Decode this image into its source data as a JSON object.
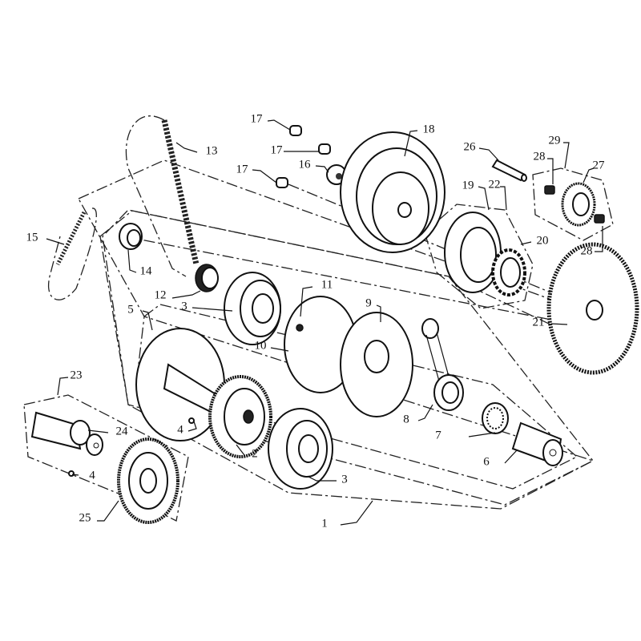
{
  "diagram": {
    "title": "",
    "type": "exploded parts diagram",
    "ink_color": "#111111",
    "background": "#ffffff",
    "callouts": [
      {
        "id": "1",
        "label": "1",
        "part": "crankcase assembly group"
      },
      {
        "id": "2",
        "label": "2",
        "part": "gear"
      },
      {
        "id": "3a",
        "label": "3",
        "part": "ball bearing (upper)"
      },
      {
        "id": "3b",
        "label": "3",
        "part": "ball bearing (lower)"
      },
      {
        "id": "4a",
        "label": "4",
        "part": "woodruff key"
      },
      {
        "id": "4b",
        "label": "4",
        "part": "woodruff key"
      },
      {
        "id": "5",
        "label": "5",
        "part": "crank half with shaft"
      },
      {
        "id": "6",
        "label": "6",
        "part": "crank pin"
      },
      {
        "id": "7",
        "label": "7",
        "part": "needle bearing"
      },
      {
        "id": "8",
        "label": "8",
        "part": "connecting rod"
      },
      {
        "id": "9",
        "label": "9",
        "part": "crank half"
      },
      {
        "id": "10",
        "label": "10",
        "part": "crank web ring"
      },
      {
        "id": "11",
        "label": "11",
        "part": "pin"
      },
      {
        "id": "12",
        "label": "12",
        "part": "sprocket"
      },
      {
        "id": "13",
        "label": "13",
        "part": "timing chain"
      },
      {
        "id": "14",
        "label": "14",
        "part": "bushing"
      },
      {
        "id": "15",
        "label": "15",
        "part": "small chain"
      },
      {
        "id": "16",
        "label": "16",
        "part": "nut"
      },
      {
        "id": "17a",
        "label": "17",
        "part": "bolt"
      },
      {
        "id": "17b",
        "label": "17",
        "part": "bolt"
      },
      {
        "id": "17c",
        "label": "17",
        "part": "bolt"
      },
      {
        "id": "18",
        "label": "18",
        "part": "flywheel rotor"
      },
      {
        "id": "19",
        "label": "19",
        "part": "starter clutch outer"
      },
      {
        "id": "20",
        "label": "20",
        "part": "one-way clutch"
      },
      {
        "id": "21",
        "label": "21",
        "part": "starter driven gear"
      },
      {
        "id": "22",
        "label": "22",
        "part": "starter clutch assembly"
      },
      {
        "id": "23",
        "label": "23",
        "part": "balancer shaft assembly"
      },
      {
        "id": "24",
        "label": "24",
        "part": "balancer shaft"
      },
      {
        "id": "25",
        "label": "25",
        "part": "balancer gear"
      },
      {
        "id": "26",
        "label": "26",
        "part": "shaft"
      },
      {
        "id": "27",
        "label": "27",
        "part": "idle gear"
      },
      {
        "id": "28a",
        "label": "28",
        "part": "needle bearing"
      },
      {
        "id": "28b",
        "label": "28",
        "part": "needle bearing"
      },
      {
        "id": "29",
        "label": "29",
        "part": "idle gear assembly"
      }
    ]
  }
}
